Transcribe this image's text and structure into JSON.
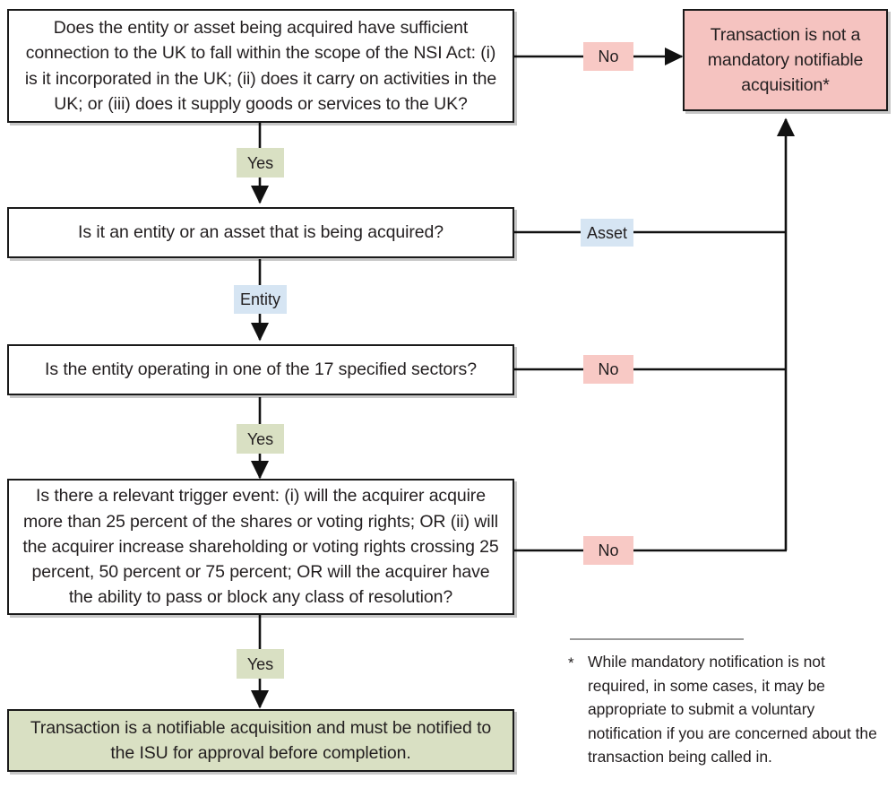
{
  "diagram": {
    "title": "NSI Act mandatory notifiable acquisition decision flowchart",
    "colors": {
      "box_border": "#1a1a1a",
      "box_fill_default": "#ffffff",
      "outcome_negative_fill": "#f5c3c0",
      "outcome_positive_fill": "#d9e0c3",
      "label_yes_fill": "#d9e0c3",
      "label_no_fill": "#f8c9c5",
      "label_branch_fill": "#d6e5f3",
      "edge_stroke": "#111111",
      "footnote_rule": "#9a9a9a"
    }
  },
  "nodes": {
    "q1_uk_connection": "Does the entity or asset being acquired have sufficient connection to the UK to fall within the scope of the NSI Act: (i) is it incorporated in the UK; (ii) does it carry on activities in the UK; or (iii) does it supply goods or services to the UK?",
    "q2_entity_or_asset": "Is it an entity or an asset that is being acquired?",
    "q3_specified_sectors": "Is the entity operating in one of the 17 specified sectors?",
    "q4_trigger_event": "Is there a relevant trigger event: (i) will the acquirer acquire more than 25 percent of the shares or voting rights; OR (ii) will the acquirer increase shareholding or voting rights crossing 25 percent, 50 percent or 75 percent; OR will the acquirer have the ability to pass or block any class of resolution?",
    "outcome_not_notifiable": "Transaction is not a mandatory notifiable acquisition*",
    "outcome_notifiable": "Transaction is a notifiable acquisition and must be notified to the ISU for approval before completion."
  },
  "edge_labels": {
    "q1_no": "No",
    "q1_yes": "Yes",
    "q2_asset": "Asset",
    "q2_entity": "Entity",
    "q3_no": "No",
    "q3_yes": "Yes",
    "q4_no": "No",
    "q4_yes": "Yes"
  },
  "footnote": {
    "marker": "*",
    "text": "While mandatory notification is not required, in some cases, it may be appropriate to submit a voluntary notification if you are concerned about the transaction being called in."
  }
}
